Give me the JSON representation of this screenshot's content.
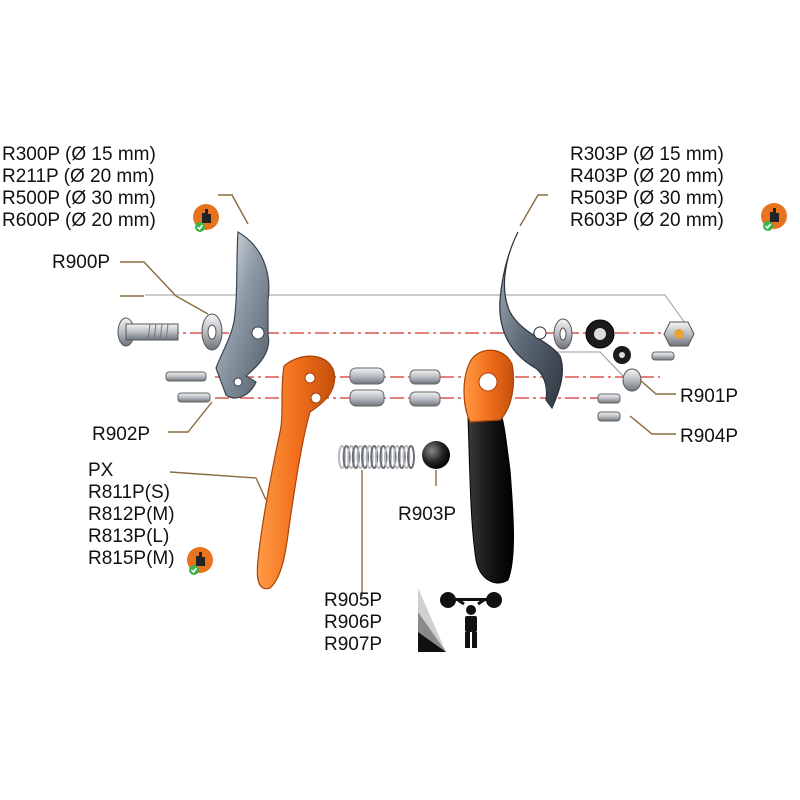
{
  "labels": {
    "left_blade": [
      "R300P (Ø 15 mm)",
      "R211P (Ø 20 mm)",
      "R500P (Ø 30 mm)",
      "R600P (Ø 20 mm)"
    ],
    "right_blade": [
      "R303P (Ø 15 mm)",
      "R403P (Ø 20 mm)",
      "R503P (Ø 30 mm)",
      "R603P (Ø 20 mm)"
    ],
    "bolt": "R900P",
    "screws": "R902P",
    "handle": [
      "PX",
      "R811P(S)",
      "R812P(M)",
      "R813P(L)",
      "R815P(M)"
    ],
    "nut": "R901P",
    "washer_set": "R904P",
    "buffer": "R903P",
    "spring": [
      "R905P",
      "R906P",
      "R907P"
    ]
  },
  "colors": {
    "orange_handle": "#f26f1b",
    "black_handle": "#1a1a1a",
    "blade_steel": "#7d8a98",
    "leader_line": "#8a6a3e",
    "axis_line": "#d4352d",
    "badge_orange": "#e8731f",
    "badge_green": "#3bb34a"
  },
  "icons": {
    "badge": "hand-with-checkmark-badge",
    "strength": "spring-strength-weightlifter-icon"
  }
}
